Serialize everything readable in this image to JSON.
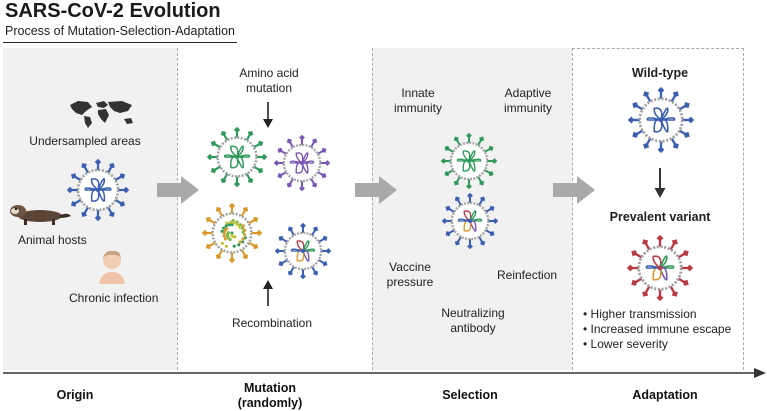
{
  "header": {
    "title": "SARS-CoV-2 Evolution",
    "subtitle": "Process of Mutation-Selection-Adaptation"
  },
  "origin": {
    "labels": [
      "Undersampled areas",
      "Animal hosts",
      "Chronic infection"
    ]
  },
  "mutation": {
    "amino_acid": "Amino acid mutation",
    "recombination": "Recombination"
  },
  "selection": {
    "innate": "Innate immunity",
    "adaptive": "Adaptive immunity",
    "vaccine": "Vaccine pressure",
    "reinfection": "Reinfection",
    "neutralizing": "Neutralizing antibody"
  },
  "adaptation": {
    "wild_type": "Wild-type",
    "prevalent": "Prevalent variant",
    "traits": [
      "• Higher transmission",
      "• Increased immune escape",
      "• Lower severity"
    ]
  },
  "stages": [
    "Origin",
    "Mutation\n(randomly)",
    "Selection",
    "Adaptation"
  ],
  "colors": {
    "panel_bg": "#f1f1f1",
    "arrow_gray": "#a9a9a9",
    "virus_blue": "#3b5fb0",
    "virus_green": "#2e9a5a",
    "virus_purple": "#7a55b5",
    "virus_orange": "#d99a2a",
    "virus_red": "#b73a45",
    "envelope": "#a0a0a0"
  }
}
